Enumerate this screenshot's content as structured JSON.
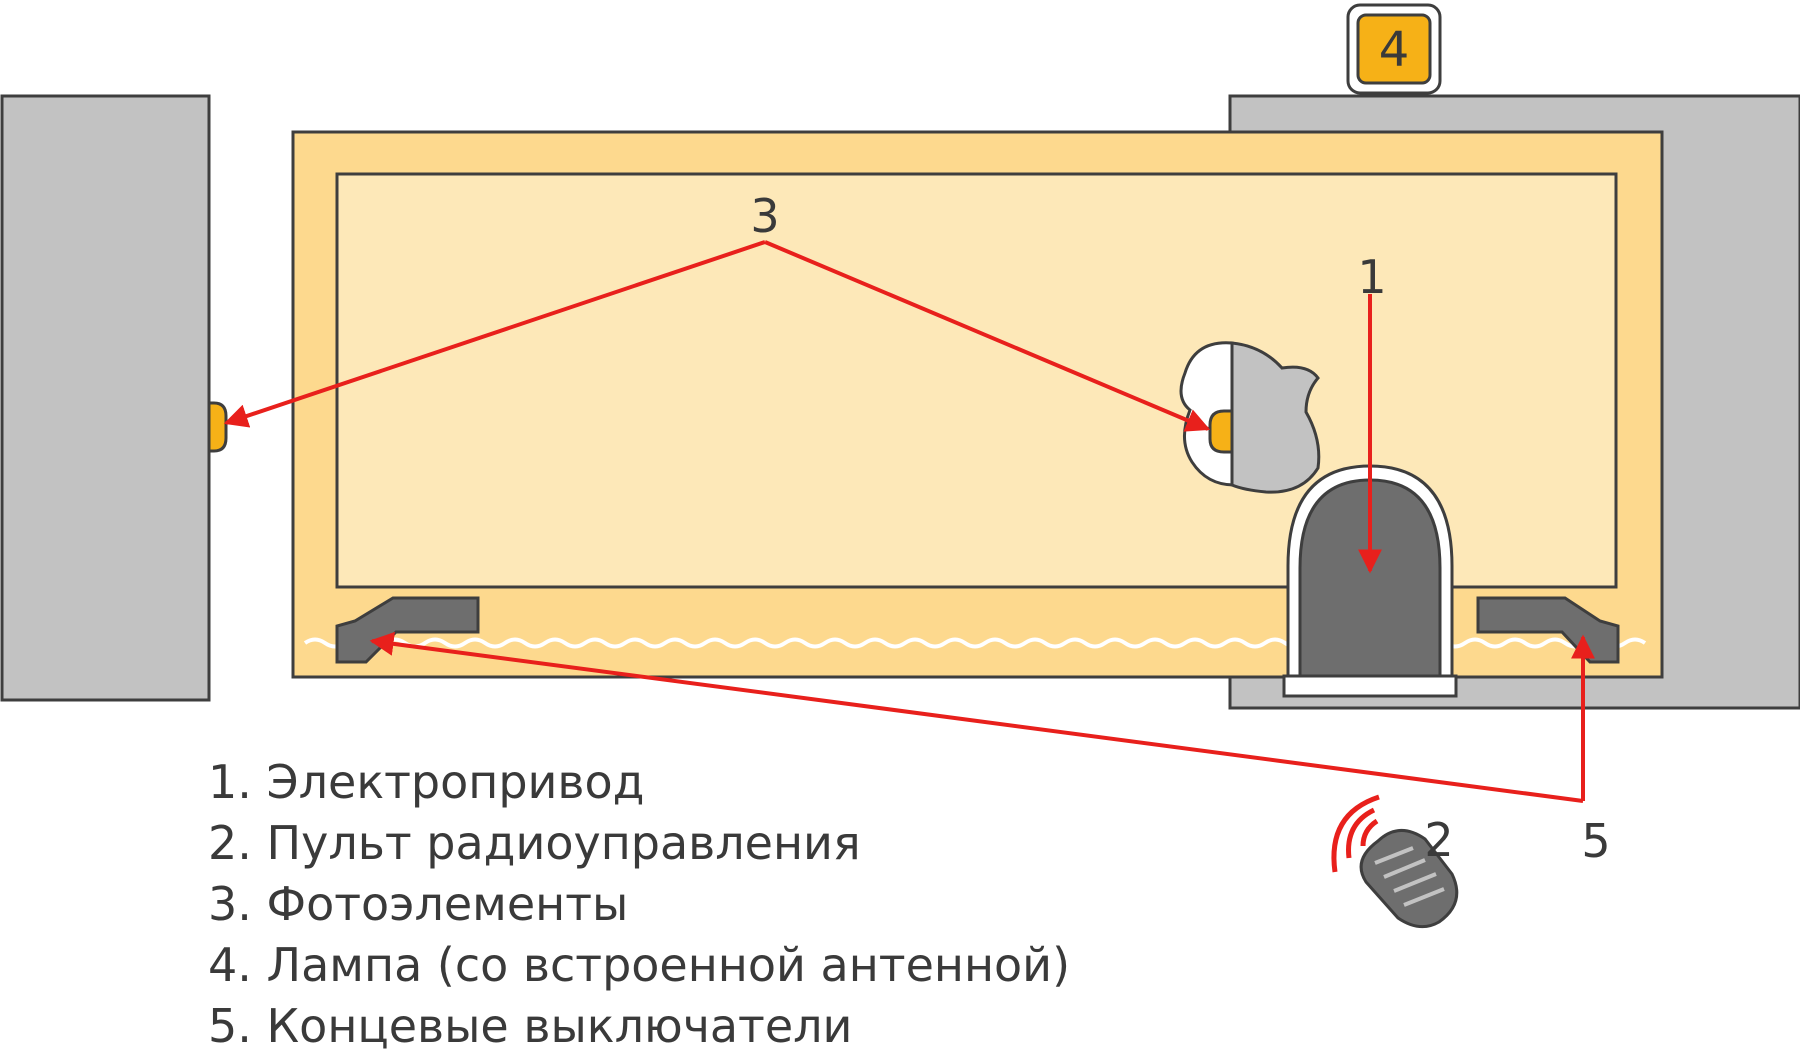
{
  "colors": {
    "post_gray": "#c2c2c2",
    "outline": "#3e3e3e",
    "gate_outer": "#fdd98e",
    "gate_inner": "#fde8b8",
    "accent_orange": "#f6b117",
    "arrow_red": "#e8201c",
    "device_dark": "#6e6e6e"
  },
  "callouts": {
    "drive": "1",
    "remote": "2",
    "photocells": "3",
    "lamp": "4",
    "limit_switches": "5"
  },
  "legend": [
    "1. Электропривод",
    "2. Пульт радиоуправления",
    "3. Фотоэлементы",
    "4. Лампа (со встроенной антенной)",
    "5. Концевые выключатели"
  ],
  "icons": {
    "remote": "remote-control-icon",
    "signal": "radio-waves-icon",
    "lamp": "signal-lamp-icon"
  }
}
